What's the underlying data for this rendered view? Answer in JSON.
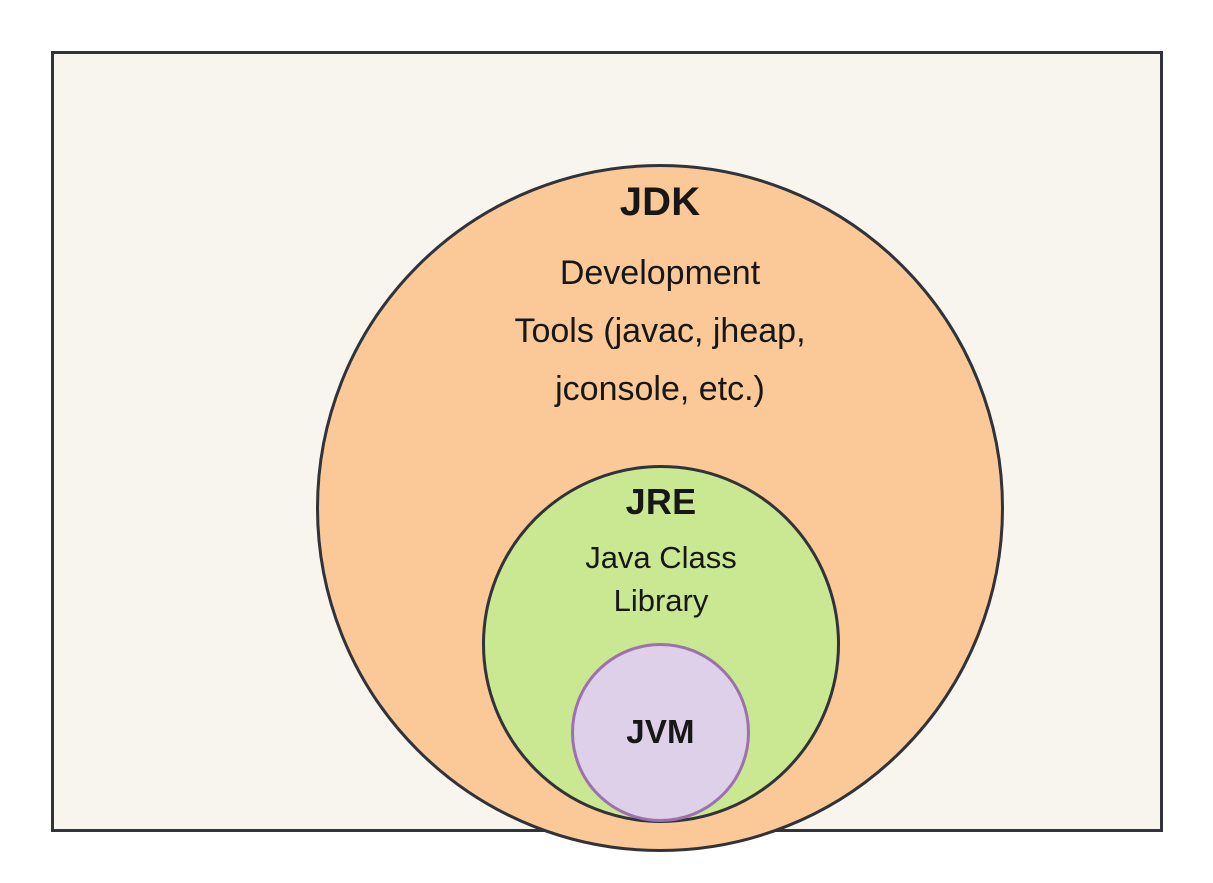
{
  "figure": {
    "kind": "nested-venn-diagram",
    "background_color": "#ffffff",
    "canvas_color": "#f7f5ee",
    "frame_border_color": "#30333a"
  },
  "layers": {
    "jdk": {
      "title": "JDK",
      "body_lines": [
        "Development",
        "Tools (javac, jheap,",
        "jconsole, etc.)"
      ],
      "fill_color": "#fbc998",
      "stroke_color": "#30333a"
    },
    "jre": {
      "title": "JRE",
      "body_lines": [
        "Java Class",
        "Library"
      ],
      "fill_color": "#c9e891",
      "stroke_color": "#30333a"
    },
    "jvm": {
      "title": "JVM",
      "body_lines": [],
      "fill_color": "#ddd0e8",
      "stroke_color": "#9c71ad"
    }
  }
}
